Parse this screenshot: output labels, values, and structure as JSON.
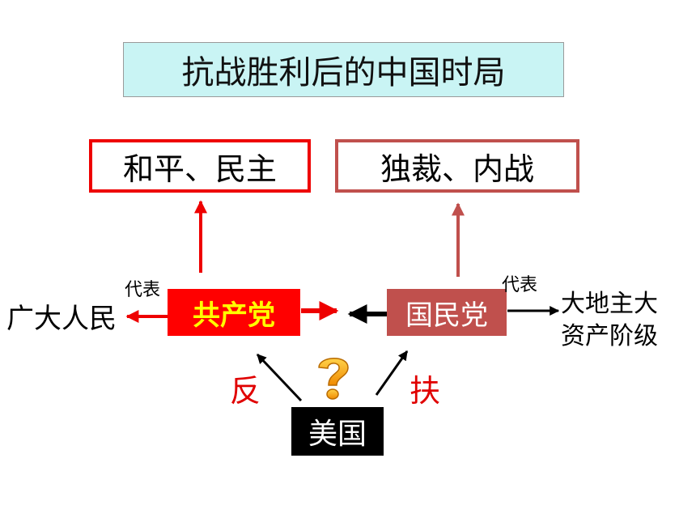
{
  "title": "抗战胜利后的中国时局",
  "goals": {
    "ccp": "和平、民主",
    "kmt": "独裁、内战"
  },
  "parties": {
    "ccp": "共产党",
    "kmt": "国民党"
  },
  "represent_label": "代表",
  "ccp_represents": "广大人民",
  "kmt_represents": [
    "大地主大",
    "资产阶级"
  ],
  "usa": "美国",
  "usa_stance": {
    "toward_ccp": "反",
    "toward_kmt": "扶"
  },
  "icons": {
    "question": "question-mark-icon"
  },
  "colors": {
    "title_bg": "#c9f4f4",
    "ccp_red": "#ff0000",
    "ccp_text": "#ffff00",
    "kmt_red": "#c0504d",
    "stance_red": "#e00000"
  }
}
